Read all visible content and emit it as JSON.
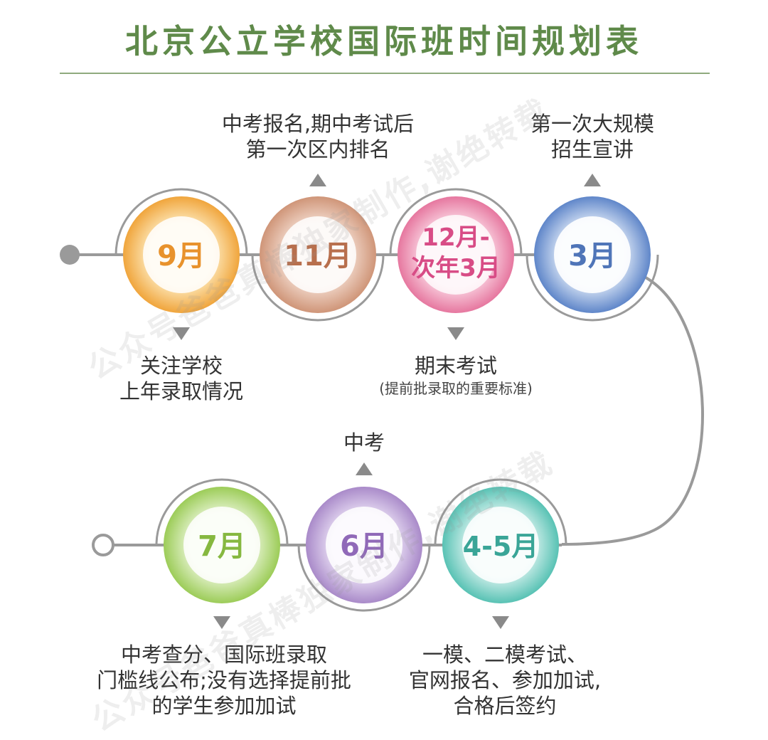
{
  "title": "北京公立学校国际班时间规划表",
  "milestones": [
    {
      "id": "sep",
      "month": "9月",
      "color": "#f0a53c",
      "color_light": "#fde7b8",
      "label_lines": [
        "关注学校",
        "上年录取情况"
      ],
      "note": ""
    },
    {
      "id": "nov",
      "month": "11月",
      "color": "#cf9578",
      "color_light": "#f2d9cc",
      "label_lines": [
        "中考报名,期中考试后",
        "第一次区内排名"
      ],
      "note": ""
    },
    {
      "id": "dec_mar",
      "month_lines": [
        "12月-",
        "次年3月"
      ],
      "color": "#e6779f",
      "color_light": "#fbd8e5",
      "label_lines": [
        "期末考试"
      ],
      "note": "(提前批录取的重要标准)"
    },
    {
      "id": "mar",
      "month": "3月",
      "color": "#5f86c9",
      "color_light": "#d7e3f5",
      "label_lines": [
        "第一次大规模",
        "招生宣讲"
      ],
      "note": ""
    },
    {
      "id": "apr_may",
      "month": "4-5月",
      "color": "#58c2b4",
      "color_light": "#d3f0ec",
      "label_lines": [
        "一模、二模考试、",
        "官网报名、参加加试,",
        "合格后签约"
      ],
      "note": ""
    },
    {
      "id": "jun",
      "month": "6月",
      "color": "#a98ac9",
      "color_light": "#e7dcf3",
      "label_lines": [
        "中考"
      ],
      "note": ""
    },
    {
      "id": "jul",
      "month": "7月",
      "color": "#9ccc58",
      "color_light": "#e5f3cf",
      "label_lines": [
        "中考查分、国际班录取",
        "门槛线公布;没有选择提前批",
        "的学生参加加试"
      ],
      "note": ""
    }
  ],
  "watermark": {
    "top": "公众号爸爸真棒独家制作,谢绝转载",
    "bottom": "公众号爸爸真棒独家制作,谢绝转载"
  },
  "colors": {
    "title": "#5f8a4a",
    "line": "#9a9a9a",
    "arrow": "#8a8a8a"
  }
}
